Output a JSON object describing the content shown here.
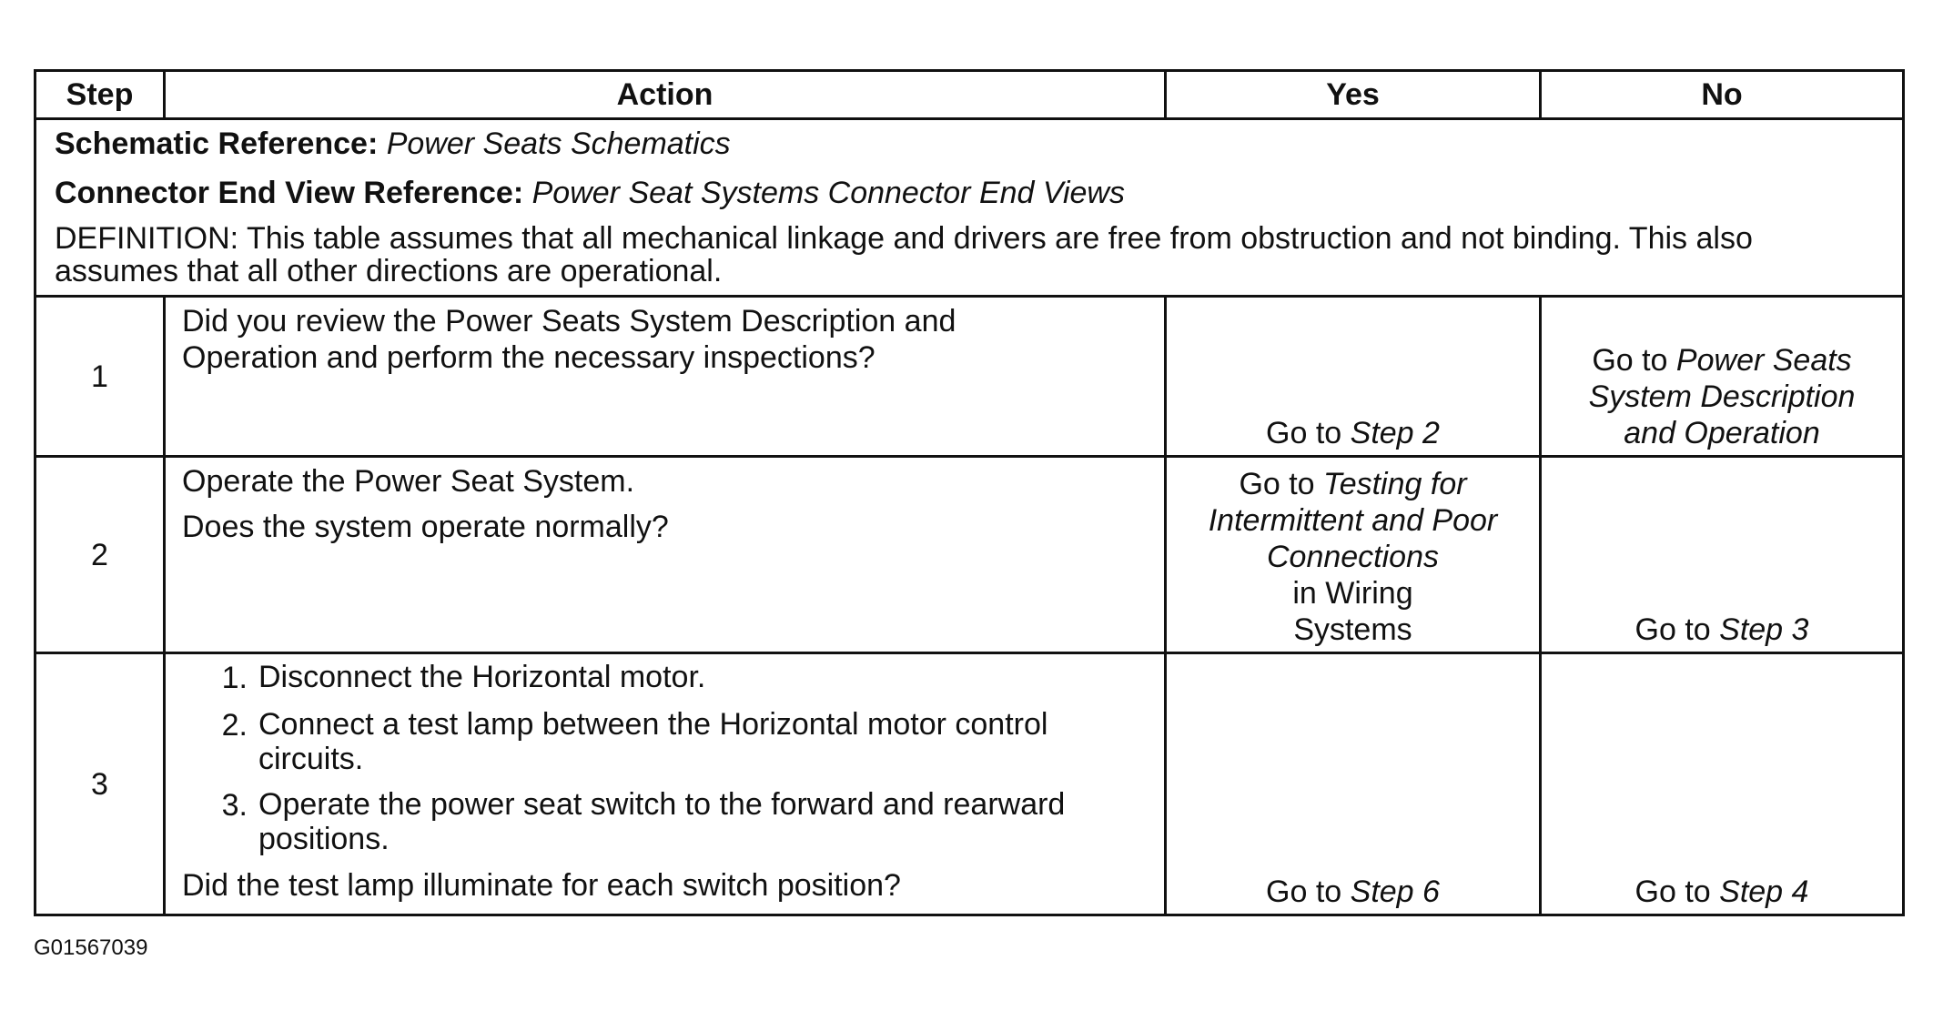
{
  "table": {
    "headers": {
      "step": "Step",
      "action": "Action",
      "yes": "Yes",
      "no": "No"
    },
    "references": {
      "schematic_label": "Schematic Reference:",
      "schematic_value": "Power Seats Schematics",
      "connector_label": "Connector End View Reference:",
      "connector_value": "Power Seat Systems Connector End Views",
      "definition": "DEFINITION: This table assumes that all mechanical linkage and drivers are free from obstruction and not binding. This also assumes that all other directions are operational."
    },
    "steps": [
      {
        "num": "1",
        "action_line1": "Did you review the Power Seats System Description and",
        "action_line2": "Operation and perform the necessary inspections?",
        "yes_prefix": "Go to ",
        "yes_link": "Step 2",
        "no_prefix": "Go to ",
        "no_link_line1": "Power Seats",
        "no_link_line2": "System Description",
        "no_link_line3": "and Operation"
      },
      {
        "num": "2",
        "action_line1": "Operate the Power Seat System.",
        "action_line2": "Does the system operate normally?",
        "yes_prefix": "Go to ",
        "yes_link_line1": "Testing for",
        "yes_link_line2": "Intermittent and Poor",
        "yes_link_line3": "Connections",
        "yes_line4": "in Wiring",
        "yes_line5": "Systems",
        "no_prefix": "Go to ",
        "no_link": "Step 3"
      },
      {
        "num": "3",
        "items": [
          {
            "n": "1.",
            "text": "Disconnect the Horizontal motor."
          },
          {
            "n": "2.",
            "text": "Connect a test lamp between the Horizontal motor control circuits."
          },
          {
            "n": "3.",
            "text": "Operate the power seat switch to the forward and rearward positions."
          }
        ],
        "question": "Did the test lamp illuminate for each switch position?",
        "yes_prefix": "Go to ",
        "yes_link": "Step 6",
        "no_prefix": "Go to ",
        "no_link": "Step 4"
      }
    ]
  },
  "figure_id": "G01567039"
}
